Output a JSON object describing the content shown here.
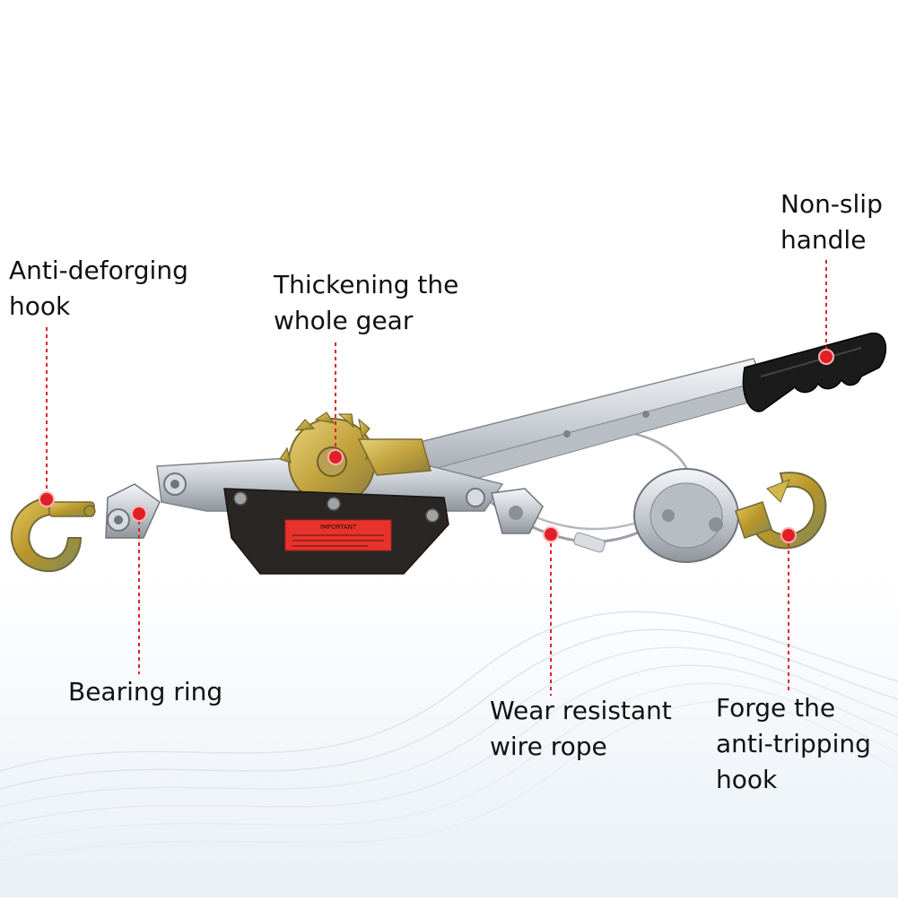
{
  "labels": {
    "hook_left": {
      "line1": "Anti-deforging",
      "line2": "hook"
    },
    "gear": {
      "line1": "Thickening the",
      "line2": "whole gear"
    },
    "handle": {
      "line1": "Non-slip",
      "line2": "handle"
    },
    "bearing": {
      "line1": "Bearing ring"
    },
    "rope": {
      "line1": "Wear resistant",
      "line2": "wire rope"
    },
    "hook_right": {
      "line1": "Forge the",
      "line2": "anti-tripping",
      "line3": "hook"
    }
  },
  "plate_text": "IMPORTANT",
  "colors": {
    "leader": "#e0202a",
    "marker": "#e01f26",
    "steel": "#c9cdd3",
    "grip": "#1b1b1b",
    "plate": "#2a2624",
    "warning": "#e8332c",
    "hook": "#c8a531"
  }
}
